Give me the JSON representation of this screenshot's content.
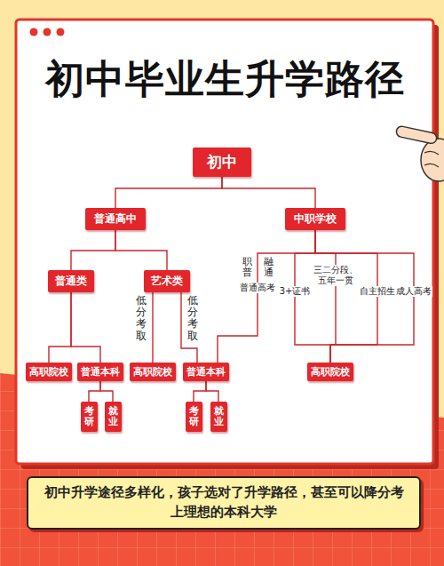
{
  "diagram": {
    "title": "初中毕业生升学路径",
    "caption": "初中升学途径多样化，孩子选对了升学路径，甚至可以降分考上理想的本科大学",
    "nodes": [
      {
        "text": [
          "初中"
        ]
      },
      {
        "text": [
          "普通高中"
        ]
      },
      {
        "text": [
          "中职学校"
        ]
      },
      {
        "text": [
          "普通类"
        ]
      },
      {
        "text": [
          "艺术类"
        ]
      },
      {
        "text": [
          "高职院校"
        ]
      },
      {
        "text": [
          "普通本科"
        ]
      },
      {
        "text": [
          "高职院校"
        ]
      },
      {
        "text": [
          "普通本科"
        ]
      },
      {
        "text": [
          "高职院校"
        ]
      },
      {
        "text": [
          "考研"
        ]
      },
      {
        "text": [
          "就业"
        ]
      },
      {
        "text": [
          "考研"
        ]
      },
      {
        "text": [
          "就业"
        ]
      }
    ],
    "edges": [
      {
        "from": 0,
        "to": 1,
        "arrow": "none"
      },
      {
        "from": 0,
        "to": 2,
        "arrow": "none"
      },
      {
        "from": 1,
        "to": 3,
        "arrow": "none"
      },
      {
        "from": 1,
        "to": 4,
        "arrow": "none"
      },
      {
        "from": 3,
        "to": 5,
        "arrow": "none"
      },
      {
        "from": 3,
        "to": 6,
        "arrow": "none"
      },
      {
        "from": 4,
        "to": 7,
        "label": "低分考取",
        "arrow": "none"
      },
      {
        "from": 4,
        "to": 8,
        "label": "低分考取",
        "arrow": "none"
      },
      {
        "from": 2,
        "to": 8,
        "label": "普通高考",
        "arrow": "none"
      },
      {
        "from": 2,
        "to": 9,
        "label": "3+证书",
        "arrow": "none"
      },
      {
        "from": 2,
        "to": 9,
        "label": "三二分段、五年一贯",
        "arrow": "none"
      },
      {
        "from": 2,
        "to": 9,
        "label": "自主招生",
        "arrow": "none"
      },
      {
        "from": 2,
        "to": 9,
        "label": "成人高考",
        "arrow": "none"
      },
      {
        "from": 6,
        "to": 10,
        "arrow": "none"
      },
      {
        "from": 6,
        "to": 11,
        "arrow": "none"
      },
      {
        "from": 8,
        "to": 12,
        "arrow": "none"
      },
      {
        "from": 8,
        "to": 13,
        "arrow": "none"
      }
    ],
    "labels": [
      "职普",
      "融通"
    ]
  }
}
